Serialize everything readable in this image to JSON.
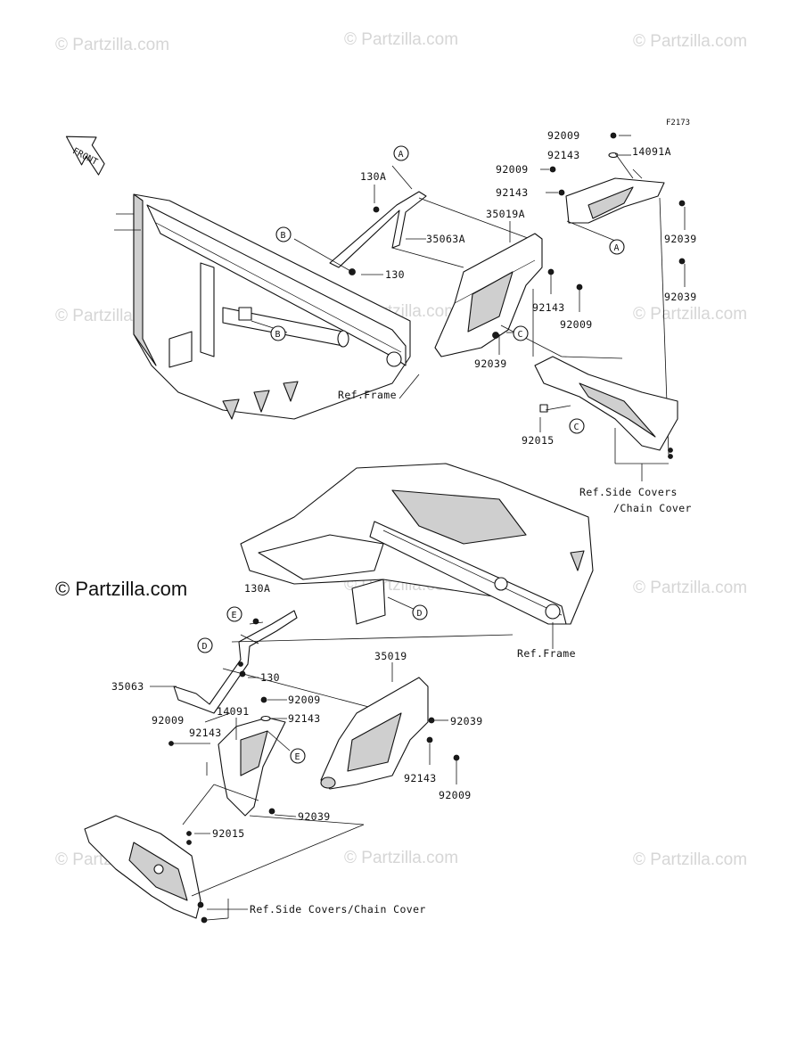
{
  "diagram": {
    "code": "F2173",
    "front_label": "FRONT",
    "watermark": "© Partzilla.com",
    "watermark_main": "© Partzilla.com",
    "labels": {
      "top_92009_a": "92009",
      "top_92143_a": "92143",
      "top_14091A": "14091A",
      "top_92009_b": "92009",
      "top_92143_b": "92143",
      "top_92039_a": "92039",
      "top_92039_b": "92039",
      "top_130A": "130A",
      "top_35063A": "35063A",
      "top_130": "130",
      "top_35019A": "35019A",
      "top_92143_c": "92143",
      "top_92009_c": "92009",
      "top_92039_c": "92039",
      "top_ref_frame": "Ref.Frame",
      "top_92015": "92015",
      "top_ref_side_1": "Ref.Side Covers",
      "top_ref_side_2": "/Chain Cover",
      "bot_130A": "130A",
      "bot_ref_frame": "Ref.Frame",
      "bot_35019": "35019",
      "bot_35063": "35063",
      "bot_130": "130",
      "bot_92009_a": "92009",
      "bot_92143_a": "92143",
      "bot_14091": "14091",
      "bot_92009_b": "92009",
      "bot_92143_b": "92143",
      "bot_92039_a": "92039",
      "bot_92143_c": "92143",
      "bot_92009_c": "92009",
      "bot_92039_b": "92039",
      "bot_92015": "92015",
      "bot_ref_side": "Ref.Side Covers/Chain Cover"
    },
    "callouts": {
      "A1": "A",
      "A2": "A",
      "B1": "B",
      "B2": "B",
      "C1": "C",
      "C2": "C",
      "D1": "D",
      "D2": "D",
      "E1": "E",
      "E2": "E"
    }
  }
}
